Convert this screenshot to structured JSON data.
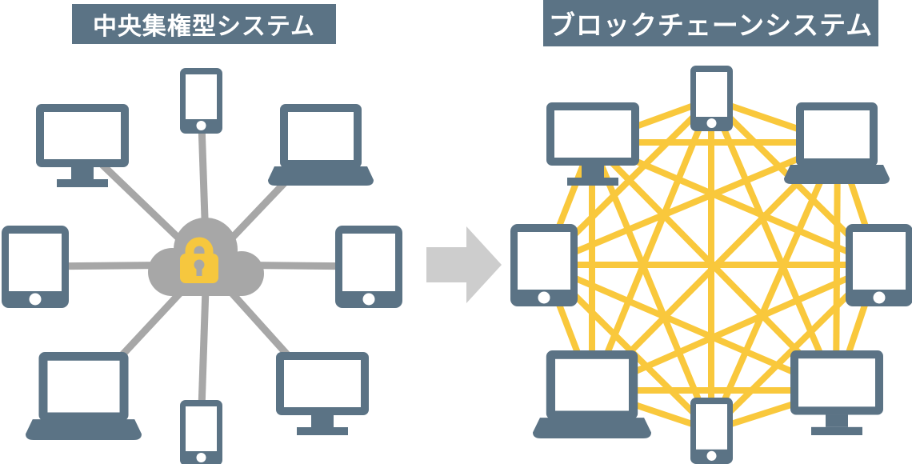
{
  "left_panel": {
    "title": "中央集権型システム",
    "topology": "hub-and-spoke",
    "hub_icon": "cloud-with-lock",
    "devices": [
      {
        "type": "smartphone",
        "position": "top"
      },
      {
        "type": "desktop-monitor",
        "position": "top-left"
      },
      {
        "type": "laptop",
        "position": "top-right"
      },
      {
        "type": "tablet",
        "position": "left"
      },
      {
        "type": "tablet",
        "position": "right"
      },
      {
        "type": "laptop",
        "position": "bottom-left"
      },
      {
        "type": "smartphone",
        "position": "bottom"
      },
      {
        "type": "desktop-monitor",
        "position": "bottom-right"
      }
    ]
  },
  "right_panel": {
    "title": "ブロックチェーンシステム",
    "topology": "full-mesh",
    "devices": [
      {
        "type": "smartphone",
        "position": "top"
      },
      {
        "type": "desktop-monitor",
        "position": "top-left"
      },
      {
        "type": "laptop",
        "position": "top-right"
      },
      {
        "type": "tablet",
        "position": "left"
      },
      {
        "type": "tablet",
        "position": "right"
      },
      {
        "type": "laptop",
        "position": "bottom-left"
      },
      {
        "type": "smartphone",
        "position": "bottom"
      },
      {
        "type": "desktop-monitor",
        "position": "bottom-right"
      }
    ]
  },
  "transition": {
    "icon": "arrow-right-icon"
  },
  "colors": {
    "device_slate": "#5B7385",
    "spoke_gray": "#A7A7A7",
    "cloud_gray": "#A7A7A7",
    "mesh_yellow": "#F9C83C",
    "lock_yellow": "#F6C73E",
    "arrow_gray": "#CDCDCD",
    "title_background": "#5B7385",
    "title_text": "#FFFFFF"
  }
}
